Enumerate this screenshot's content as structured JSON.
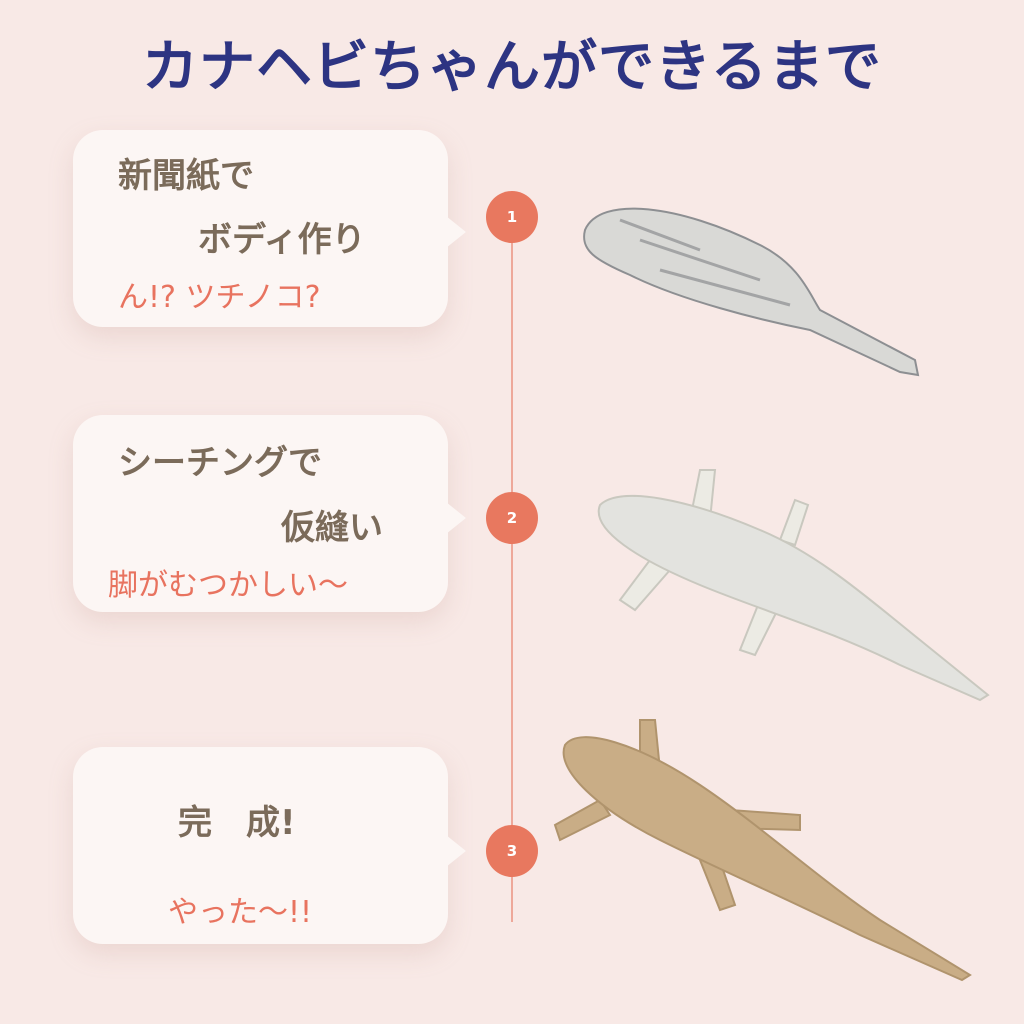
{
  "title": "カナヘビちゃんができるまで",
  "steps": [
    {
      "number": "1",
      "line1": "新聞紙で",
      "line2": "ボディ作り",
      "comment": "ん!? ツチノコ?"
    },
    {
      "number": "2",
      "line1": "シーチングで",
      "line2": "仮縫い",
      "comment": "脚がむつかしい〜"
    },
    {
      "number": "3",
      "line1": "完　成!",
      "comment": "やった〜!!"
    }
  ],
  "colors": {
    "title": "#2d3482",
    "text": "#7b6b5a",
    "accent": "#e8735f",
    "background": "#f8e9e6"
  }
}
